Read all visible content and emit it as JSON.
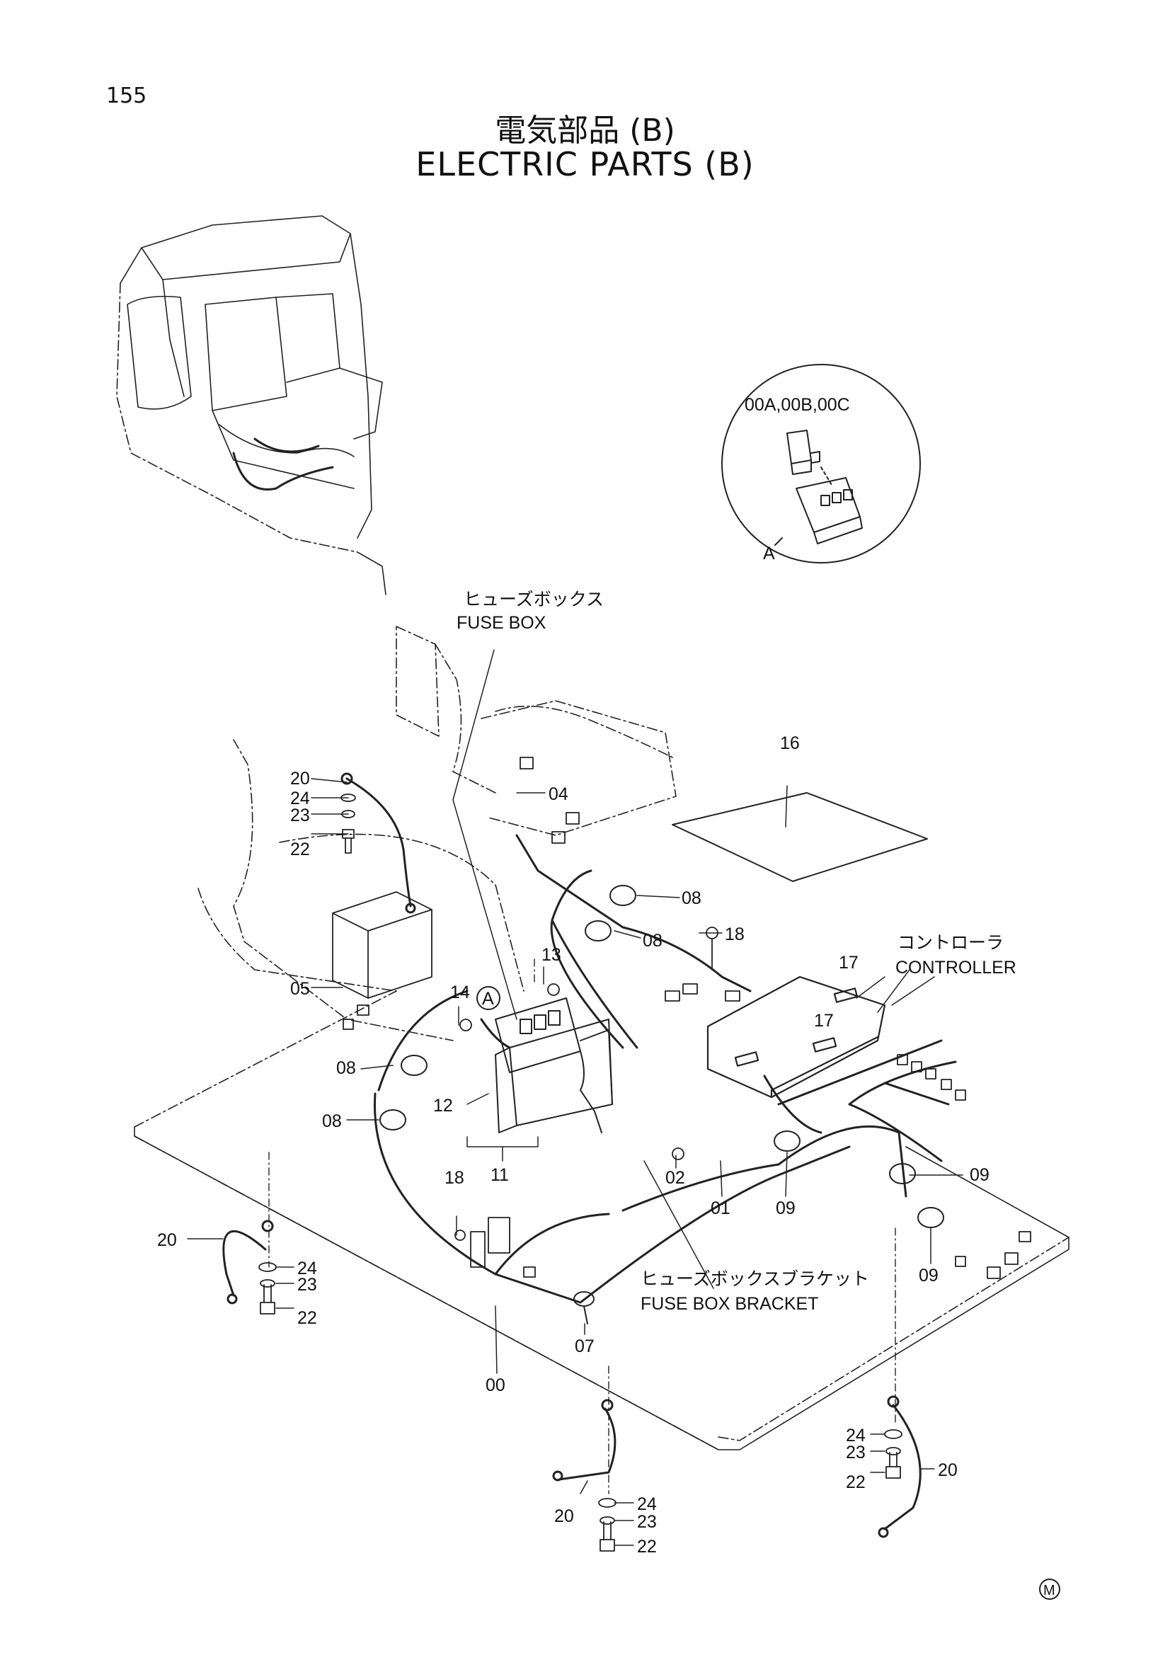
{
  "page": {
    "number": "155"
  },
  "title": {
    "japanese": "電気部品 (B)",
    "english": "ELECTRIC  PARTS (B)"
  },
  "labels": {
    "fuse_box_jp": "ヒューズボックス",
    "fuse_box_en": "FUSE BOX",
    "controller_jp": "コントローラ",
    "controller_en": "CONTROLLER",
    "fuse_box_bracket_jp": "ヒューズボックスブラケット",
    "fuse_box_bracket_en": "FUSE BOX BRACKET",
    "detail_codes": "00A,00B,00C",
    "detail_ref": "A",
    "detail_ref_circled": "A",
    "mark": "M"
  },
  "callouts": {
    "c00": "00",
    "c01": "01",
    "c02": "02",
    "c04": "04",
    "c05": "05",
    "c07": "07",
    "c08": "08",
    "c09": "09",
    "c11": "11",
    "c12": "12",
    "c13": "13",
    "c14": "14",
    "c16": "16",
    "c17": "17",
    "c18": "18",
    "c20": "20",
    "c22": "22",
    "c23": "23",
    "c24": "24"
  }
}
